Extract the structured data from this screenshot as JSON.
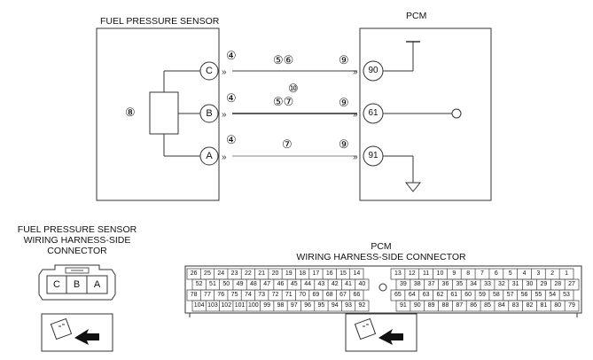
{
  "diagram": {
    "sensor_title": "FUEL PRESSURE SENSOR",
    "pcm_title": "PCM",
    "sensor_ref": "⑧",
    "sensor_pins": [
      "C",
      "B",
      "A"
    ],
    "pcm_pins": [
      "90",
      "61",
      "91"
    ],
    "wires": [
      {
        "left_ref": "④",
        "mid_ref": "⑤⑥",
        "right_ref": "⑨"
      },
      {
        "left_ref": "④",
        "mid_ref_top": "⑩",
        "mid_ref": "⑤⑦",
        "right_ref": "⑨"
      },
      {
        "left_ref": "④",
        "mid_ref": "⑦",
        "right_ref": "⑨"
      }
    ]
  },
  "sensor_connector": {
    "title_line1": "FUEL PRESSURE SENSOR",
    "title_line2": "WIRING HARNESS-SIDE",
    "title_line3": "CONNECTOR",
    "pins": [
      "C",
      "B",
      "A"
    ]
  },
  "pcm_connector": {
    "title_line1": "PCM",
    "title_line2": "WIRING HARNESS-SIDE CONNECTOR",
    "left_rows": [
      [
        "26",
        "25",
        "24",
        "23",
        "22",
        "21",
        "20",
        "19",
        "18",
        "17",
        "16",
        "15",
        "14"
      ],
      [
        "52",
        "51",
        "50",
        "49",
        "48",
        "47",
        "46",
        "45",
        "44",
        "43",
        "42",
        "41",
        "40"
      ],
      [
        "78",
        "77",
        "76",
        "75",
        "74",
        "73",
        "72",
        "71",
        "70",
        "69",
        "68",
        "67",
        "66"
      ],
      [
        "104",
        "103",
        "102",
        "101",
        "100",
        "99",
        "98",
        "97",
        "96",
        "95",
        "94",
        "93",
        "92"
      ]
    ],
    "right_rows": [
      [
        "13",
        "12",
        "11",
        "10",
        "9",
        "8",
        "7",
        "6",
        "5",
        "4",
        "3",
        "2",
        "1"
      ],
      [
        "39",
        "38",
        "37",
        "36",
        "35",
        "34",
        "33",
        "32",
        "31",
        "30",
        "29",
        "28",
        "27"
      ],
      [
        "65",
        "64",
        "63",
        "62",
        "61",
        "60",
        "59",
        "58",
        "57",
        "56",
        "55",
        "54",
        "53"
      ],
      [
        "91",
        "90",
        "89",
        "88",
        "87",
        "86",
        "85",
        "84",
        "83",
        "82",
        "81",
        "80",
        "79"
      ]
    ]
  }
}
